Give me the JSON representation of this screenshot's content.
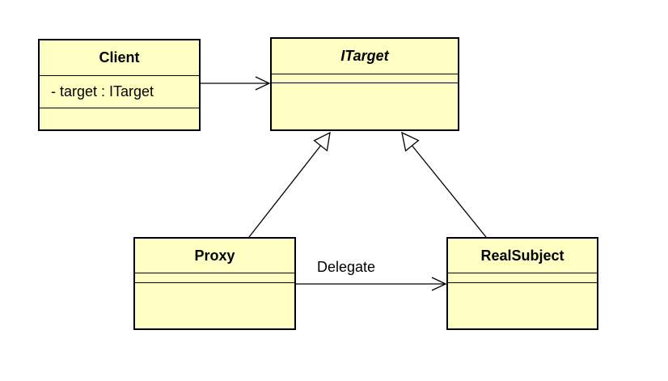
{
  "classes": {
    "client": {
      "name": "Client",
      "attributes": [
        "- target : ITarget"
      ]
    },
    "itarget": {
      "name": "ITarget",
      "abstract": true
    },
    "proxy": {
      "name": "Proxy"
    },
    "realsubject": {
      "name": "RealSubject"
    }
  },
  "relations": {
    "delegate_label": "Delegate"
  },
  "colors": {
    "class_fill": "#ffffc4",
    "stroke": "#000000"
  }
}
